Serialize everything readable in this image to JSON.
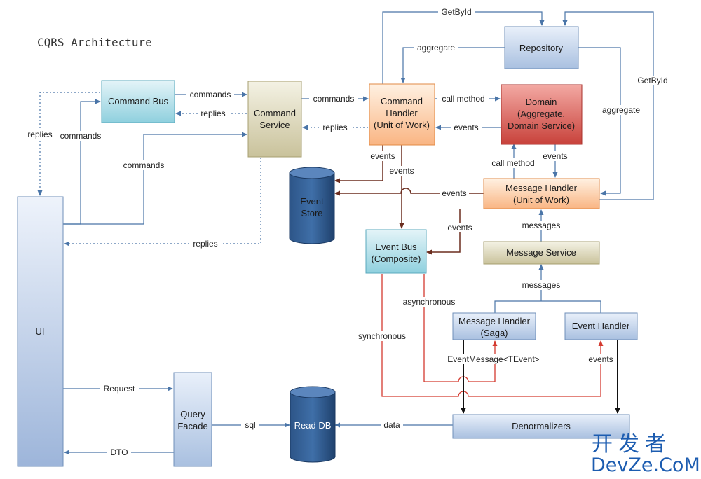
{
  "title": "CQRS Architecture",
  "nodes": {
    "ui": "UI",
    "command_bus": "Command Bus",
    "command_service": [
      "Command",
      "Service"
    ],
    "command_handler": [
      "Command",
      "Handler",
      "(Unit of Work)"
    ],
    "repository": "Repository",
    "domain": [
      "Domain",
      "(Aggregate,",
      "Domain Service)"
    ],
    "event_store": [
      "Event",
      "Store"
    ],
    "message_handler_uow": [
      "Message Handler",
      "(Unit of Work)"
    ],
    "event_bus": [
      "Event Bus",
      "(Composite)"
    ],
    "message_service": "Message Service",
    "message_handler_saga": [
      "Message Handler",
      "(Saga)"
    ],
    "event_handler": "Event Handler",
    "query_facade": [
      "Query",
      "Facade"
    ],
    "read_db": "Read DB",
    "denormalizers": "Denormalizers"
  },
  "labels": {
    "getbyid_top": "GetById",
    "aggregate_left": "aggregate",
    "getbyid_right": "GetById",
    "aggregate_right": "aggregate",
    "commands_bus_to_service": "commands",
    "replies_service_to_bus": "replies",
    "commands_service_to_handler": "commands",
    "replies_handler_to_service": "replies",
    "call_method_handler_to_domain": "call method",
    "events_domain_to_handler": "events",
    "replies_left_dotted": "replies",
    "commands_ui_to_bus": "commands",
    "commands_ui_to_service": "commands",
    "replies_service_to_ui": "replies",
    "events_handler_a": "events",
    "events_handler_b": "events",
    "call_method_mh_to_domain": "call method",
    "events_domain_to_mh": "events",
    "events_mh_to_store": "events",
    "events_mh_to_bus": "events",
    "messages_upper": "messages",
    "messages_lower": "messages",
    "asynchronous": "asynchronous",
    "synchronous": "synchronous",
    "event_message": "EventMessage<TEvent>",
    "events_to_event_handler": "events",
    "request": "Request",
    "dto": "DTO",
    "sql": "sql",
    "data": "data"
  },
  "watermark": {
    "cn": "开发者",
    "en": "DevZe.CoM"
  },
  "colors": {
    "line_blue": "#4a75a8",
    "line_brown": "#6b2d1f",
    "line_red": "#d43a2f",
    "line_black": "#111111",
    "watermark": "#1c5cb0"
  }
}
